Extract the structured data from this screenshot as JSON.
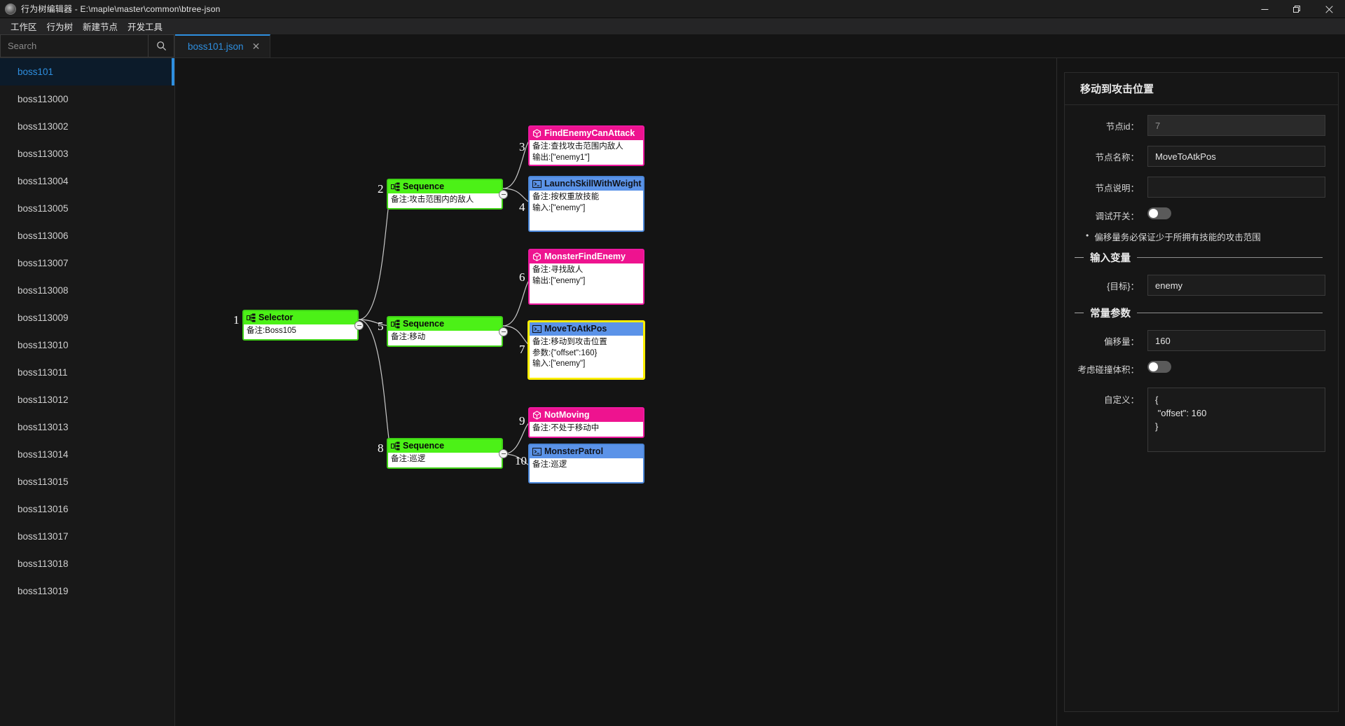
{
  "window": {
    "title": "行为树编辑器 - E:\\maple\\master\\common\\btree-json",
    "app_icon": "app-logo-icon",
    "minimize_label": "—",
    "maximize_label": "❐",
    "close_label": "✕"
  },
  "menubar": {
    "items": [
      {
        "label": "工作区"
      },
      {
        "label": "行为树"
      },
      {
        "label": "新建节点"
      },
      {
        "label": "开发工具"
      }
    ]
  },
  "sidebar": {
    "search": {
      "placeholder": "Search",
      "value": "",
      "icon": "search-icon"
    },
    "items": [
      {
        "label": "boss101",
        "active": true
      },
      {
        "label": "boss113000",
        "active": false
      },
      {
        "label": "boss113002",
        "active": false
      },
      {
        "label": "boss113003",
        "active": false
      },
      {
        "label": "boss113004",
        "active": false
      },
      {
        "label": "boss113005",
        "active": false
      },
      {
        "label": "boss113006",
        "active": false
      },
      {
        "label": "boss113007",
        "active": false
      },
      {
        "label": "boss113008",
        "active": false
      },
      {
        "label": "boss113009",
        "active": false
      },
      {
        "label": "boss113010",
        "active": false
      },
      {
        "label": "boss113011",
        "active": false
      },
      {
        "label": "boss113012",
        "active": false
      },
      {
        "label": "boss113013",
        "active": false
      },
      {
        "label": "boss113014",
        "active": false
      },
      {
        "label": "boss113015",
        "active": false
      },
      {
        "label": "boss113016",
        "active": false
      },
      {
        "label": "boss113017",
        "active": false
      },
      {
        "label": "boss113018",
        "active": false
      },
      {
        "label": "boss113019",
        "active": false
      }
    ]
  },
  "tabs": [
    {
      "label": "boss101.json",
      "close": "✕",
      "active": true
    }
  ],
  "tree": {
    "nodes": [
      {
        "num": "1",
        "type": "composite",
        "color": "green",
        "icon": "composite-node-icon",
        "title": "Selector",
        "lines": [
          "备注:Boss105"
        ],
        "selected": false
      },
      {
        "num": "2",
        "type": "composite",
        "color": "green",
        "icon": "composite-node-icon",
        "title": "Sequence",
        "lines": [
          "备注:攻击范围内的敌人"
        ],
        "selected": false
      },
      {
        "num": "3",
        "type": "condition",
        "color": "pink",
        "icon": "condition-node-icon",
        "title": "FindEnemyCanAttack",
        "lines": [
          "备注:查找攻击范围内敌人",
          "输出:[\"enemy1\"]"
        ],
        "selected": false
      },
      {
        "num": "4",
        "type": "action",
        "color": "blue",
        "icon": "action-node-icon",
        "title": "LaunchSkillWithWeight",
        "lines": [
          "备注:按权重放技能",
          "输入:[\"enemy\"]"
        ],
        "selected": false
      },
      {
        "num": "5",
        "type": "composite",
        "color": "green",
        "icon": "composite-node-icon",
        "title": "Sequence",
        "lines": [
          "备注:移动"
        ],
        "selected": false
      },
      {
        "num": "6",
        "type": "condition",
        "color": "pink",
        "icon": "condition-node-icon",
        "title": "MonsterFindEnemy",
        "lines": [
          "备注:寻找敌人",
          "输出:[\"enemy\"]"
        ],
        "selected": false
      },
      {
        "num": "7",
        "type": "action",
        "color": "blue",
        "icon": "action-node-icon",
        "title": "MoveToAtkPos",
        "lines": [
          "备注:移动到攻击位置",
          "参数:{\"offset\":160}",
          "输入:[\"enemy\"]"
        ],
        "selected": true
      },
      {
        "num": "8",
        "type": "composite",
        "color": "green",
        "icon": "composite-node-icon",
        "title": "Sequence",
        "lines": [
          "备注:巡逻"
        ],
        "selected": false
      },
      {
        "num": "9",
        "type": "condition",
        "color": "pink",
        "icon": "condition-node-icon",
        "title": "NotMoving",
        "lines": [
          "备注:不处于移动中"
        ],
        "selected": false
      },
      {
        "num": "10",
        "type": "action",
        "color": "blue",
        "icon": "action-node-icon",
        "title": "MonsterPatrol",
        "lines": [
          "备注:巡逻"
        ],
        "selected": false
      }
    ]
  },
  "properties": {
    "title": "移动到攻击位置",
    "node_id": {
      "label": "节点id：",
      "value": "7",
      "readonly": true
    },
    "node_name": {
      "label": "节点名称：",
      "value": "MoveToAtkPos"
    },
    "node_desc": {
      "label": "节点说明：",
      "value": ""
    },
    "debug_switch": {
      "label": "调试开关：",
      "value": "off"
    },
    "note": {
      "bullet": "•",
      "text": "偏移量务必保证少于所拥有技能的攻击范围"
    },
    "input_vars_section": {
      "title": "输入变量"
    },
    "input_target": {
      "label": "{目标}：",
      "value": "enemy"
    },
    "const_params_section": {
      "title": "常量参数"
    },
    "offset": {
      "label": "偏移量：",
      "value": "160"
    },
    "collision": {
      "label": "考虑碰撞体积：",
      "value": "off"
    },
    "custom": {
      "label": "自定义：",
      "value": "{\n \"offset\": 160\n}"
    }
  },
  "colors": {
    "accent": "#2e8fe0",
    "composite": "#4cf117",
    "condition": "#ee138f",
    "action": "#5b93e8",
    "selected": "#ffee00",
    "background": "#141414"
  }
}
